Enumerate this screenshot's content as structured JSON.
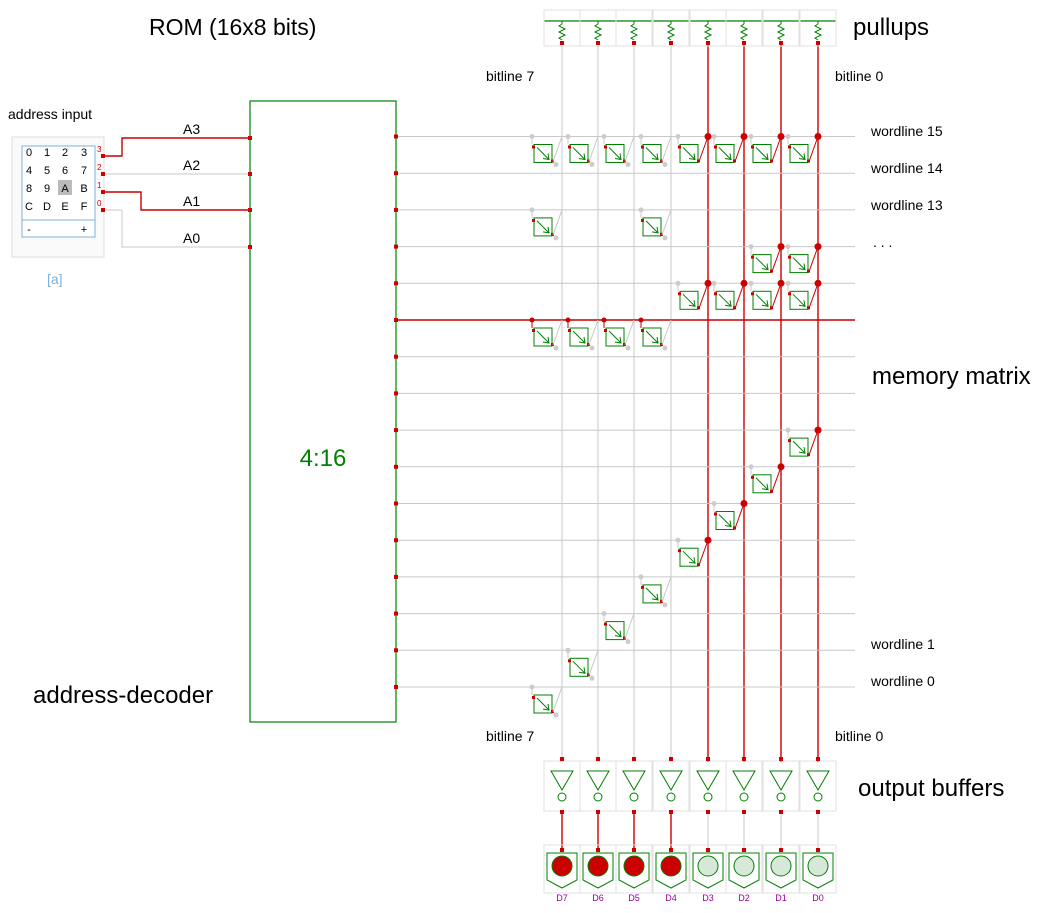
{
  "title": "ROM (16x8 bits)",
  "labels": {
    "pullups": "pullups",
    "memory_matrix": "memory matrix",
    "output_buffers": "output buffers",
    "address_decoder": "address-decoder",
    "address_input": "address input",
    "decoder_ratio": "4:16",
    "keypad_tag": "[a]",
    "bitline_7_top": "bitline 7",
    "bitline_0_top": "bitline 0",
    "bitline_7_bottom": "bitline 7",
    "bitline_0_bottom": "bitline 0",
    "wordline_15": "wordline 15",
    "wordline_14": "wordline 14",
    "wordline_13": "wordline 13",
    "wordline_dots": ". . .",
    "wordline_1": "wordline 1",
    "wordline_0": "wordline 0"
  },
  "address_lines": [
    "A3",
    "A2",
    "A1",
    "A0"
  ],
  "address_bit_numbers": [
    "3",
    "2",
    "1",
    "0"
  ],
  "keypad": {
    "rows": [
      [
        "0",
        "1",
        "2",
        "3"
      ],
      [
        "4",
        "5",
        "6",
        "7"
      ],
      [
        "8",
        "9",
        "A",
        "B"
      ],
      [
        "C",
        "D",
        "E",
        "F"
      ]
    ],
    "minus": "-",
    "plus": "+",
    "selected": "A"
  },
  "outputs": [
    "D7",
    "D6",
    "D5",
    "D4",
    "D3",
    "D2",
    "D1",
    "D0"
  ],
  "output_values": [
    1,
    1,
    1,
    1,
    0,
    0,
    0,
    0
  ],
  "selected_wordline": 10,
  "memory_cells": {
    "15": [
      7,
      6,
      5,
      4,
      3,
      2,
      1,
      0
    ],
    "13": [
      7,
      4
    ],
    "12": [
      1,
      0
    ],
    "11": [
      3,
      2,
      1,
      0
    ],
    "10": [
      7,
      6,
      5,
      4
    ],
    "7": [
      0
    ],
    "6": [
      1
    ],
    "5": [
      2
    ],
    "4": [
      3
    ],
    "3": [
      4
    ],
    "2": [
      5
    ],
    "1": [
      6
    ],
    "0": [
      7
    ]
  },
  "colors": {
    "circuit": "#008000",
    "active": "#cc0000",
    "inactive_wire": "#c8c8c8",
    "led_off": "#d8e8d8",
    "output_label": "#990099",
    "keypad_tag": "#7fb0d8"
  }
}
